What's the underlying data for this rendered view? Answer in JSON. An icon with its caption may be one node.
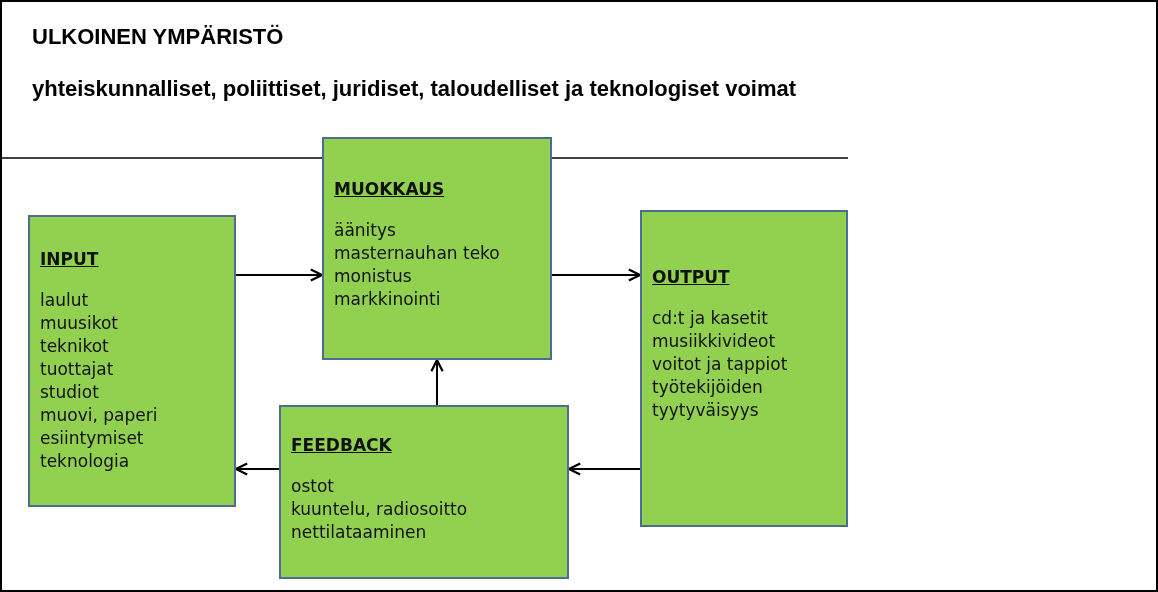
{
  "diagram": {
    "nodes": [
      {
        "text": [
          "ULKOINEN YMPÄRISTÖ",
          "yhteiskunnalliset, poliittiset, juridiset, taloudelliset ja teknologiset voimat"
        ]
      },
      {
        "text": [
          "INPUT",
          "laulut",
          "muusikot",
          "teknikot",
          "tuottajat",
          "studiot",
          "muovi, paperi",
          "esiintymiset",
          "teknologia"
        ],
        "in": 0
      },
      {
        "text": [
          "MUOKKAUS",
          "äänitys",
          "masternauhan teko",
          "monistus",
          "markkinointi"
        ],
        "in": 0
      },
      {
        "text": [
          "OUTPUT",
          "cd:t ja kasetit",
          "musiikkivideot",
          "voitot ja tappiot",
          "työtekijöiden tyytyväisyys"
        ],
        "in": 0
      },
      {
        "text": [
          "FEEDBACK",
          "ostot",
          "kuuntelu, radiosoitto",
          "nettilataaminen"
        ],
        "in": 0
      }
    ],
    "edges": [
      {
        "from": 1,
        "to": 2,
        "arrow": "to"
      },
      {
        "from": 2,
        "to": 3,
        "arrow": "to"
      },
      {
        "from": 3,
        "to": 4,
        "arrow": "to"
      },
      {
        "from": 4,
        "to": 1,
        "arrow": "to"
      },
      {
        "from": 4,
        "to": 2,
        "arrow": "to"
      }
    ]
  }
}
